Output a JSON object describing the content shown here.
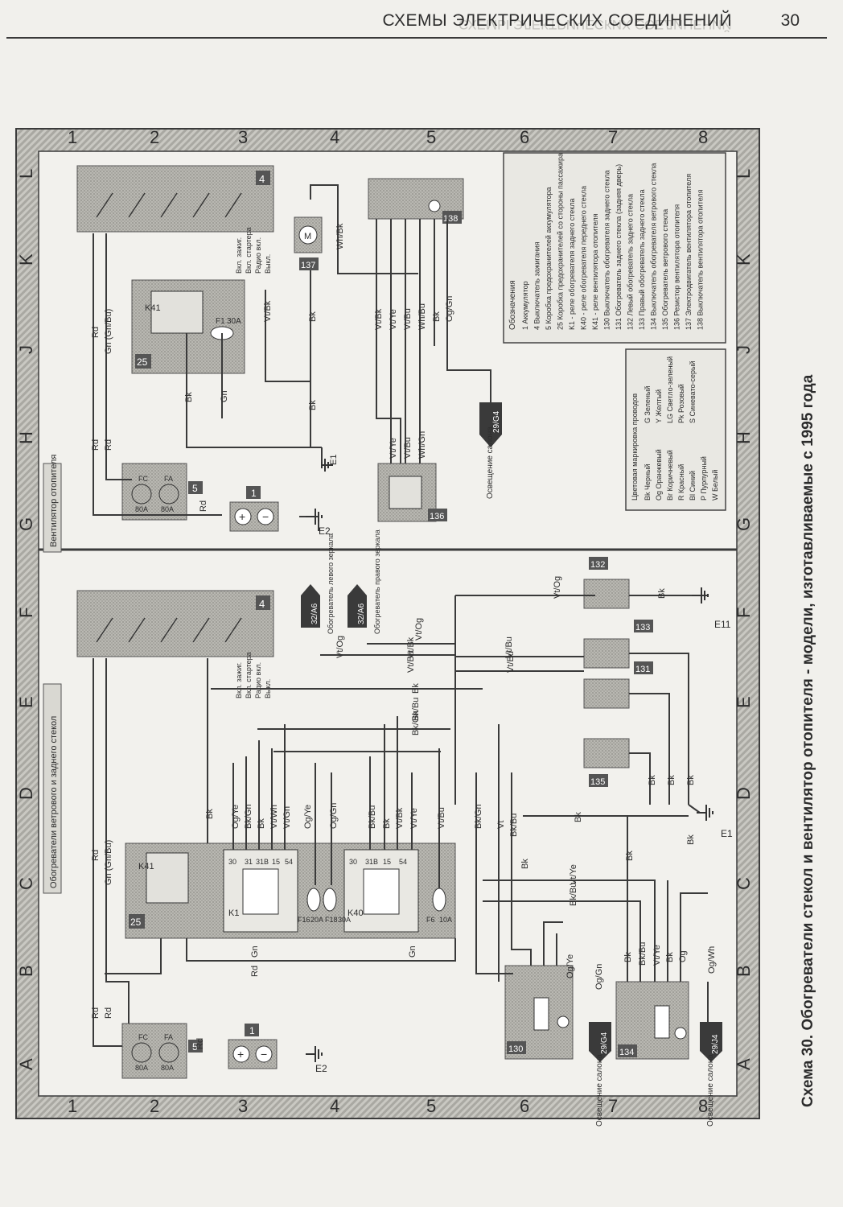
{
  "header": {
    "running_title": "СХЕМЫ ЭЛЕКТРИЧЕСКИХ СОЕДИНЕНИЙ",
    "page_number": "30",
    "ghost_text": "СХЕМЫ ЭЛЕКТРИЧЕСКИХ СОЕДИНЕНИЙ"
  },
  "caption": "Схема 30. Обогреватели стекол и вентилятор отопителя - модели, изготавливаемые с 1995 года",
  "grid": {
    "rows": [
      "1",
      "2",
      "3",
      "4",
      "5",
      "6",
      "7",
      "8"
    ],
    "columns": [
      "A",
      "B",
      "C",
      "D",
      "E",
      "F",
      "G",
      "H",
      "J",
      "K",
      "L"
    ]
  },
  "panels": {
    "lower_title": "Обогреватели ветрового и заднего стекол",
    "upper_title": "Вентилятор отопителя"
  },
  "components": {
    "relay_box": "25",
    "relay_k41": "K41",
    "relay_k40": "K40",
    "relay_k1": "K1",
    "fuse_box": "5",
    "battery": "1",
    "ignition_switch": "4",
    "switch_130": "130",
    "switch_134": "134",
    "switch_138": "138",
    "heater_131": "131",
    "heater_132": "132",
    "heater_133": "133",
    "heater_135": "135",
    "resistor_136": "136",
    "motor_137": "137",
    "fuse_f1": "F1",
    "fuse_f1_rating": "30A",
    "fuse_f16": "F16",
    "fuse_f16_rating": "20A",
    "fuse_f18": "F18",
    "fuse_f18_rating": "30A",
    "fuse_f6": "F6",
    "fuse_f6_rating": "10A",
    "fuse_fc": "FC",
    "fuse_fc_rating": "80A",
    "fuse_fa": "FA",
    "fuse_fa_rating": "80A",
    "ground_e1": "E1",
    "ground_e2": "E2",
    "ground_e11": "E11",
    "terminal_30": "30",
    "terminal_31": "31",
    "terminal_31b": "31B",
    "terminal_15": "15",
    "terminal_54": "54"
  },
  "ignition_labels": {
    "start_on": "Вкл. зажиг.",
    "starter_on": "Вкл. стартера",
    "radio_on": "Радио вкл.",
    "off": "Выкл."
  },
  "wires": {
    "rd": "Rd",
    "gn": "Gn",
    "gn_gnbu": "Gn (Gn/Bu)",
    "bk": "Bk",
    "vt": "Vt",
    "og": "Og",
    "og_ye": "Og/Ye",
    "og_gn": "Og/Gn",
    "og_wh": "Og/Wh",
    "bk_gn": "Bk/Gn",
    "bk_bu": "Bk/Bu",
    "bk_ye": "Bk/Ye",
    "vt_wh": "Vt/Wh",
    "vt_ye": "Vt/Ye",
    "vt_bk": "Vt/Bk",
    "vt_bu": "Vt/Bu",
    "vt_og": "Vt/Og",
    "vt_gn": "Vt/Gn",
    "wh_bk": "Wh/Bk",
    "wh_bu": "Wh/Bu",
    "wh_gn": "Wh/Gn"
  },
  "connectors": {
    "ref_29_g4": "29/G4",
    "ref_29_j4": "29/J4",
    "ref_32_a6": "32/A6",
    "lighting": "Освещение салона",
    "left_mirror": "Обогреватель левого зеркала",
    "right_mirror": "Обогреватель правого зеркала"
  },
  "legend_components": {
    "title": "Обозначения",
    "items": [
      "1 Аккумулятор",
      "4 Выключатель зажигания",
      "5 Коробка предохранителей аккумулятора",
      "25 Коробка предохранителей со стороны пассажира",
      "K1 - реле обогревателя заднего стекла",
      "K40 - реле обогревателя переднего стекла",
      "K41 - реле вентилятора отопителя",
      "130 Выключатель обогревателя заднего стекла",
      "131 Обогреватель заднего стекла (задняя дверь)",
      "132 Левый обогреватель заднего стекла",
      "133 Правый обогреватель заднего стекла",
      "134 Выключатель обогревателя ветрового стекла",
      "135 Обогреватель ветрового стекла",
      "136 Резистор вентилятора отопителя",
      "137 Электродвигатель вентилятора отопителя",
      "138 Выключатель вентилятора отопителя"
    ]
  },
  "legend_colors": {
    "title": "Цветовая маркировка проводов",
    "items": [
      "Bk Черный",
      "Og Оранжевый",
      "Br Коричневый",
      "R Красный",
      "Bl Синий",
      "P Пурпурный",
      "W Белый",
      "G Зеленый",
      "Y Желтый",
      "LG Светло-зеленый",
      "Pk Розовый",
      "S Синевато-серый"
    ]
  }
}
